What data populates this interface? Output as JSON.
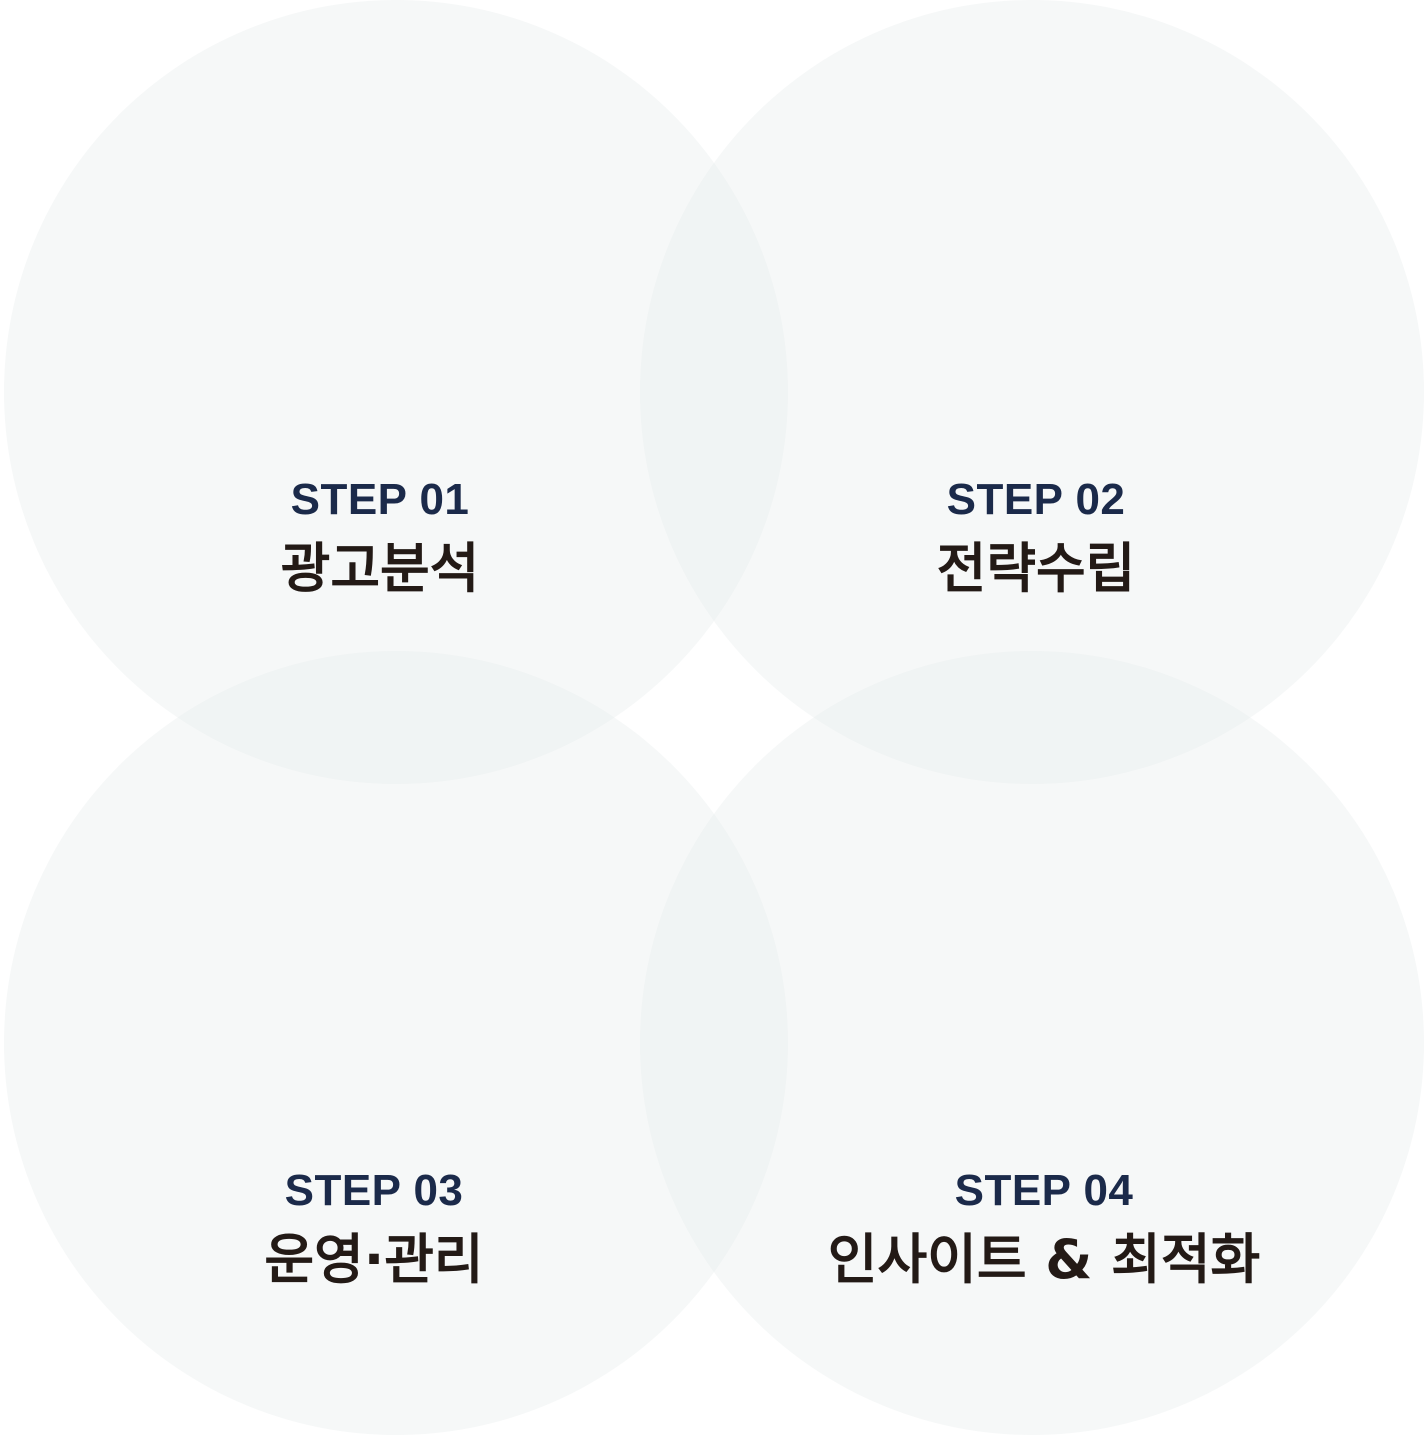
{
  "steps": [
    {
      "label": "STEP 01",
      "title": "광고분석"
    },
    {
      "label": "STEP 02",
      "title": "전략수립"
    },
    {
      "label": "STEP 03",
      "title": "운영·관리"
    },
    {
      "label": "STEP 04",
      "title": "인사이트 & 최적화"
    }
  ],
  "colors": {
    "circle_fill": "#f6f8f8",
    "overlap_fill": "#eff0f0",
    "step_label": "#1b2a4a",
    "step_title": "#231a16",
    "background": "#ffffff"
  }
}
